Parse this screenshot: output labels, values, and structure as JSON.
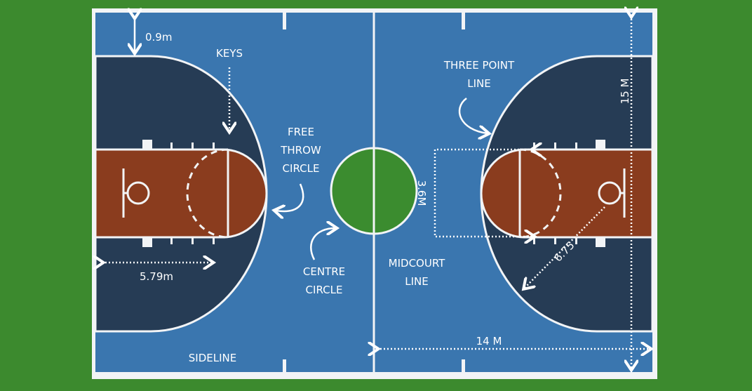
{
  "colors": {
    "background": "#3c8a2e",
    "court": "#3a76af",
    "key": "#263c55",
    "paint": "#8a3c1e",
    "centre_circle": "#3b8c2f",
    "lines": "#f2f4f6"
  },
  "labels": {
    "baseline_gap": "0.9m",
    "keys": "KEYS",
    "free_throw_1": "FREE",
    "free_throw_2": "THROW",
    "free_throw_3": "CIRCLE",
    "three_point_1": "THREE POINT",
    "three_point_2": "LINE",
    "width": "15 M",
    "key_width": "3.6M",
    "three_point_radius": "6.75",
    "key_length": "5.79m",
    "centre_1": "CENTRE",
    "centre_2": "CIRCLE",
    "midcourt_1": "MIDCOURT",
    "midcourt_2": "LINE",
    "half_length": "14 M",
    "sideline": "SIDELINE"
  }
}
